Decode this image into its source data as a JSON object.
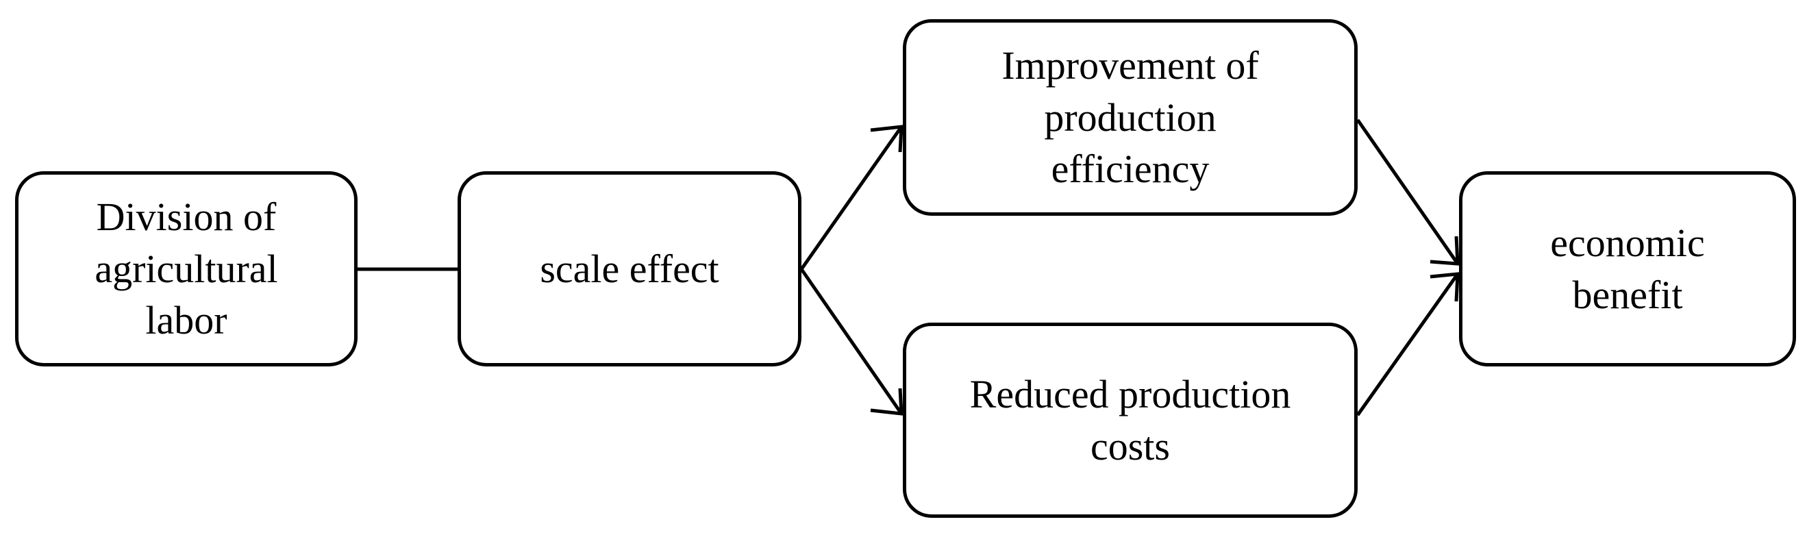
{
  "nodes": {
    "division": {
      "lines": [
        "Division of",
        "agricultural",
        "labor"
      ]
    },
    "scale": {
      "lines": [
        "scale effect"
      ]
    },
    "improvement": {
      "lines": [
        "Improvement of",
        "production",
        "efficiency"
      ]
    },
    "reduced": {
      "lines": [
        "Reduced production",
        "costs"
      ]
    },
    "benefit": {
      "lines": [
        "economic",
        "benefit"
      ]
    }
  },
  "edges": [
    {
      "from": "division",
      "to": "scale",
      "arrow": false
    },
    {
      "from": "scale",
      "to": "improvement",
      "arrow": true
    },
    {
      "from": "scale",
      "to": "reduced",
      "arrow": true
    },
    {
      "from": "improvement",
      "to": "benefit",
      "arrow": true
    },
    {
      "from": "reduced",
      "to": "benefit",
      "arrow": true
    }
  ],
  "colors": {
    "stroke": "#000000",
    "background": "#ffffff"
  }
}
